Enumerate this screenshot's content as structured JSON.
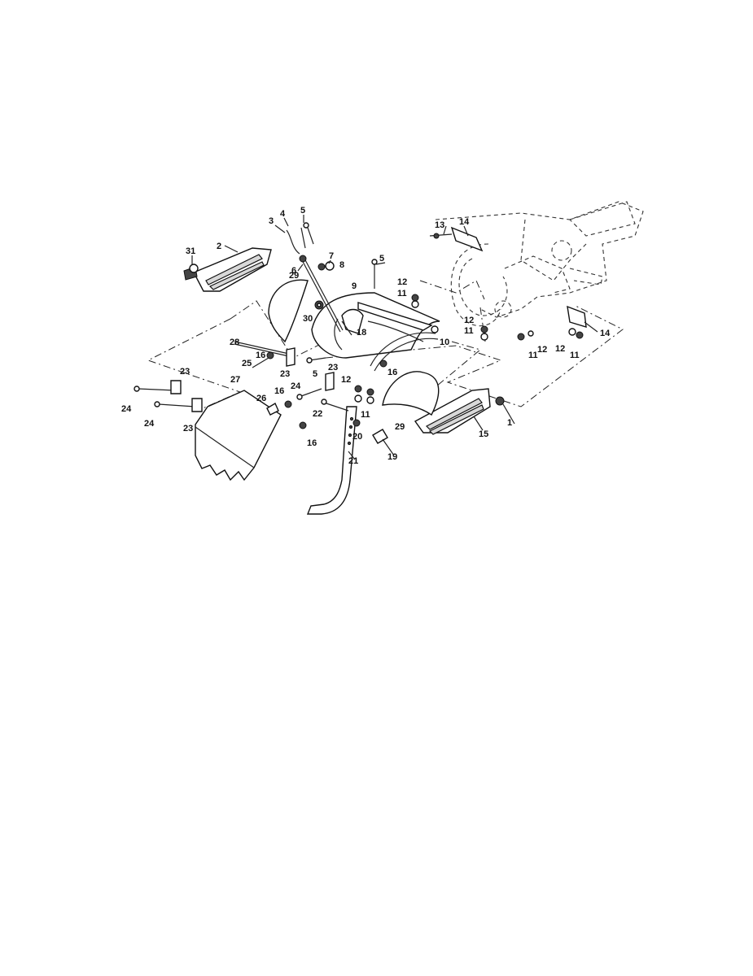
{
  "diagram": {
    "labels": [
      {
        "id": "p31",
        "text": "31"
      },
      {
        "id": "p2",
        "text": "2"
      },
      {
        "id": "p3",
        "text": "3"
      },
      {
        "id": "p4",
        "text": "4"
      },
      {
        "id": "p5a",
        "text": "5"
      },
      {
        "id": "p6",
        "text": "6"
      },
      {
        "id": "p7",
        "text": "7"
      },
      {
        "id": "p8",
        "text": "8"
      },
      {
        "id": "p29a",
        "text": "29"
      },
      {
        "id": "p30",
        "text": "30"
      },
      {
        "id": "p9",
        "text": "9"
      },
      {
        "id": "p18",
        "text": "18"
      },
      {
        "id": "p5b",
        "text": "5"
      },
      {
        "id": "p13",
        "text": "13"
      },
      {
        "id": "p14a",
        "text": "14"
      },
      {
        "id": "p12a",
        "text": "12"
      },
      {
        "id": "p11a",
        "text": "11"
      },
      {
        "id": "p12b",
        "text": "12"
      },
      {
        "id": "p11b",
        "text": "11"
      },
      {
        "id": "p10",
        "text": "10"
      },
      {
        "id": "p14b",
        "text": "14"
      },
      {
        "id": "p11c",
        "text": "11"
      },
      {
        "id": "p12c",
        "text": "12"
      },
      {
        "id": "p12d",
        "text": "12"
      },
      {
        "id": "p11d",
        "text": "11"
      },
      {
        "id": "p28",
        "text": "28"
      },
      {
        "id": "p16a",
        "text": "16"
      },
      {
        "id": "p25",
        "text": "25"
      },
      {
        "id": "p23a",
        "text": "23"
      },
      {
        "id": "p5c",
        "text": "5"
      },
      {
        "id": "p23b",
        "text": "23"
      },
      {
        "id": "p16b",
        "text": "16"
      },
      {
        "id": "p12e",
        "text": "12"
      },
      {
        "id": "p23c",
        "text": "23"
      },
      {
        "id": "p27",
        "text": "27"
      },
      {
        "id": "p24a",
        "text": "24"
      },
      {
        "id": "p16c",
        "text": "16"
      },
      {
        "id": "p26",
        "text": "26"
      },
      {
        "id": "p11e",
        "text": "11"
      },
      {
        "id": "p24b",
        "text": "24"
      },
      {
        "id": "p24c",
        "text": "24"
      },
      {
        "id": "p23d",
        "text": "23"
      },
      {
        "id": "p22",
        "text": "22"
      },
      {
        "id": "p16d",
        "text": "16"
      },
      {
        "id": "p29b",
        "text": "29"
      },
      {
        "id": "p20",
        "text": "20"
      },
      {
        "id": "p19",
        "text": "19"
      },
      {
        "id": "p21",
        "text": "21"
      },
      {
        "id": "p15",
        "text": "15"
      },
      {
        "id": "p1",
        "text": "1"
      }
    ]
  }
}
